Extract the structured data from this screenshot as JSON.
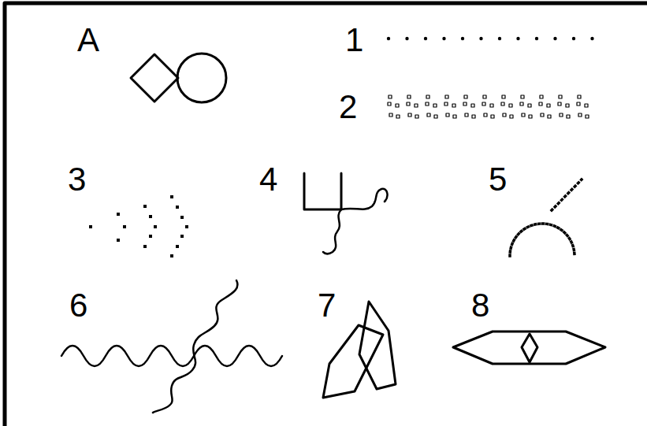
{
  "diagram": {
    "labels": [
      "A",
      "1",
      "2",
      "3",
      "4",
      "5",
      "6",
      "7",
      "8"
    ]
  }
}
